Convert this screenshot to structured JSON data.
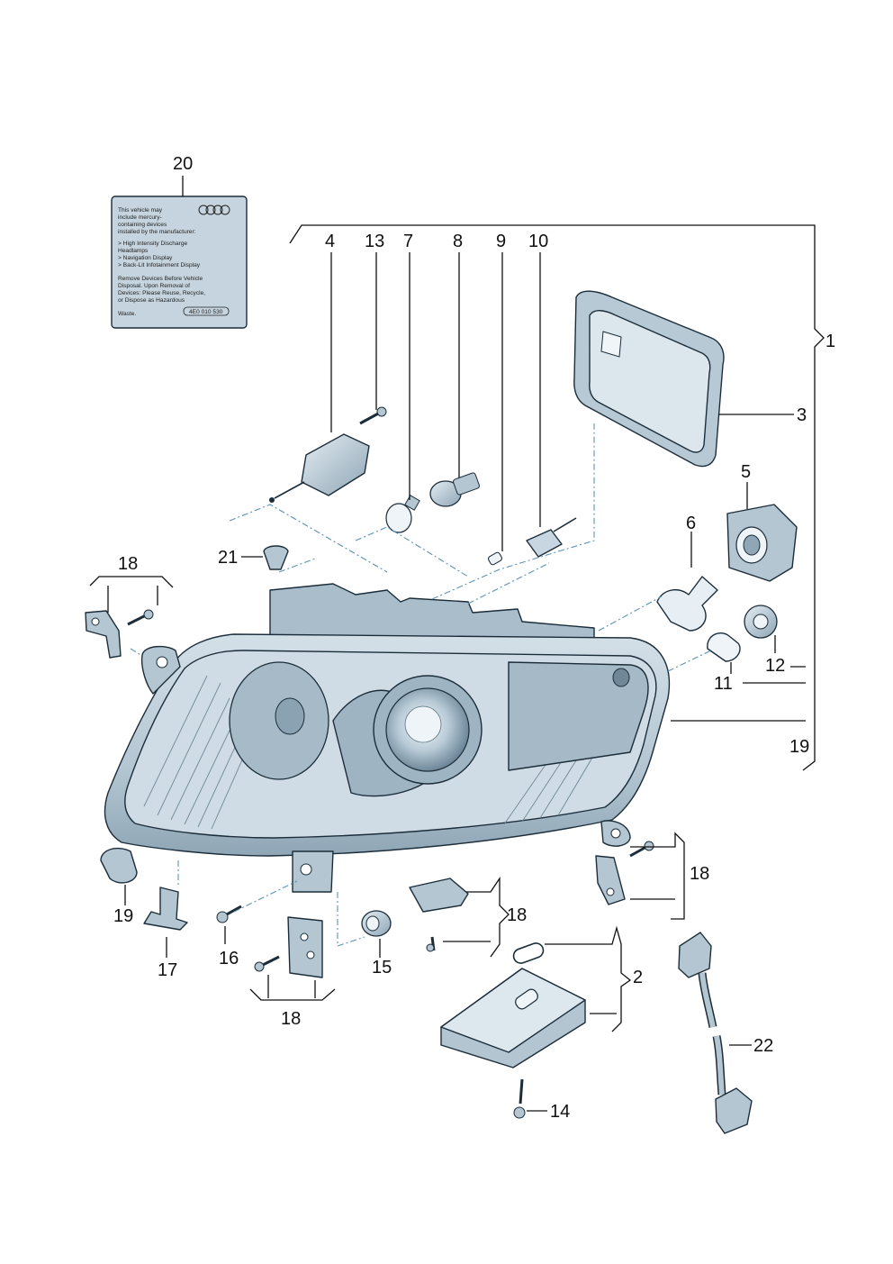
{
  "callouts": {
    "c1": "1",
    "c2": "2",
    "c3": "3",
    "c4": "4",
    "c5": "5",
    "c6": "6",
    "c7": "7",
    "c8": "8",
    "c9": "9",
    "c10": "10",
    "c11": "11",
    "c12": "12",
    "c13": "13",
    "c14": "14",
    "c15": "15",
    "c16": "16",
    "c17": "17",
    "c18a": "18",
    "c18b": "18",
    "c18c": "18",
    "c18d": "18",
    "c19a": "19",
    "c19b": "19",
    "c20": "20",
    "c21": "21",
    "c22": "22"
  },
  "warning_label": {
    "line1": "This vehicle may",
    "line2": "include mercury-",
    "line3": "containing devices",
    "line4": "installed by the manufacturer:",
    "line5": "> High Intensity Discharge",
    "line6": "   Headlamps",
    "line7": "> Navigation Display",
    "line8": "> Back-Lit Infotainment Display",
    "line9": "Remove Devices Before Vehicle",
    "line10": "Disposal. Upon Removal of",
    "line11": "Devices: Please Reuse, Recycle,",
    "line12": "or Dispose as Hazardous",
    "line13": "Waste.",
    "part_no": "4E0 010 530"
  },
  "colors": {
    "background": "#ffffff",
    "part_fill": "#b9cbd7",
    "part_dark": "#7f97a8",
    "part_light": "#e3ecf2",
    "leader_dash": "#5a93b8"
  }
}
